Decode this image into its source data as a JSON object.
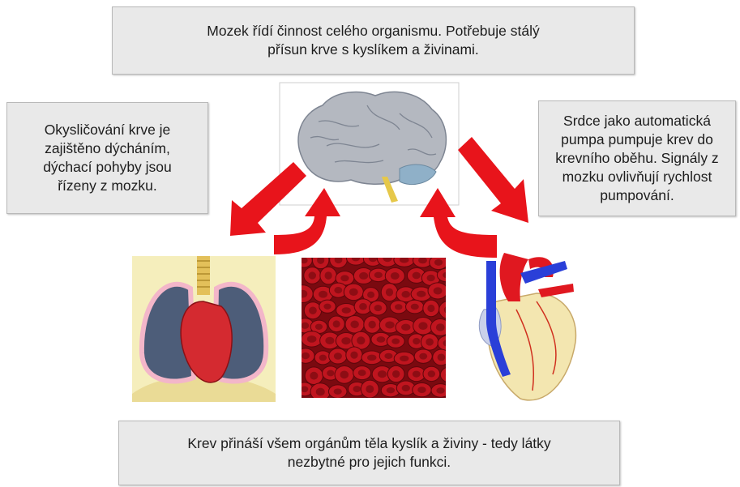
{
  "boxes": {
    "brain": "Mozek řídí činnost celého organismu. Potřebuje stálý\npřísun krve s kyslíkem a živinami.",
    "breathing": "Okysličování krve je\nzajištěno dýcháním,\ndýchací pohyby jsou\nřízeny z mozku.",
    "heart": "Srdce jako automatická\npumpa pumpuje krev do\nkrevního oběhu. Signály z\nmozku ovlivňují rychlost\npumpování.",
    "blood": "Krev přináší všem orgánům těla kyslík a živiny - tedy látky\nnezbytné pro jejich funkci."
  },
  "colors": {
    "box_fill": "#e9e9e9",
    "arrow": "#e8141b",
    "brain": "#b4b8c0",
    "lungs": "#4d5d79",
    "red_cells": "#c0151f",
    "heart_red": "#e01820",
    "heart_blue": "#2a3fd8",
    "heart_body": "#f3e6b0"
  },
  "icons": [
    "brain-illustration",
    "lungs-illustration",
    "red-blood-cells-photo",
    "heart-illustration",
    "red-arrow"
  ]
}
